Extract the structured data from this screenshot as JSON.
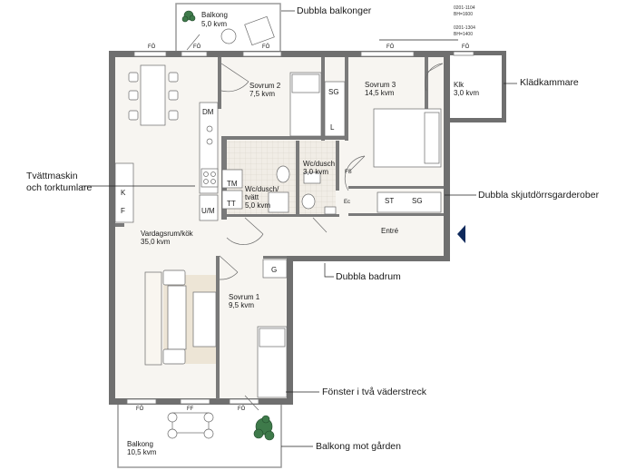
{
  "codes": [
    "0201-1104",
    "BH=1600",
    "0201-1304",
    "BH=1400"
  ],
  "rooms": {
    "balcony_top_name": "Balkong",
    "balcony_top_area": "5,0 kvm",
    "bedroom2_name": "Sovrum 2",
    "bedroom2_area": "7,5 kvm",
    "bedroom3_name": "Sovrum 3",
    "bedroom3_area": "14,5 kvm",
    "closet_name": "Klk",
    "closet_area": "3,0 kvm",
    "wc1_name": "Wc/dusch/",
    "wc1_name2": "tvätt",
    "wc1_area": "5,0 kvm",
    "wc2_name": "Wc/dusch",
    "wc2_area": "3,0 kvm",
    "living_name": "Vardagsrum/kök",
    "living_area": "35,0 kvm",
    "entrance_name": "Entré",
    "bedroom1_name": "Sovrum 1",
    "bedroom1_area": "9,5 kvm",
    "balcony_bottom_name": "Balkong",
    "balcony_bottom_area": "10,5 kvm"
  },
  "abbrev": {
    "fo": "FÖ",
    "ff": "FF",
    "dm": "DM",
    "tm": "TM",
    "tt": "TT",
    "k": "K",
    "f": "F",
    "um": "U/M",
    "sg": "SG",
    "l": "L",
    "st": "ST",
    "fs": "FS",
    "ec": "Ec",
    "g": "G"
  },
  "callouts": {
    "balconies": "Dubbla balkonger",
    "walk_in": "Klädkammare",
    "laundry_1": "Tvättmaskin",
    "laundry_2": "och torktumlare",
    "wardrobes": "Dubbla skjutdörrsgarderober",
    "bathrooms": "Dubbla badrum",
    "windows": "Fönster i två väderstreck",
    "courtyard": "Balkong mot gården"
  }
}
